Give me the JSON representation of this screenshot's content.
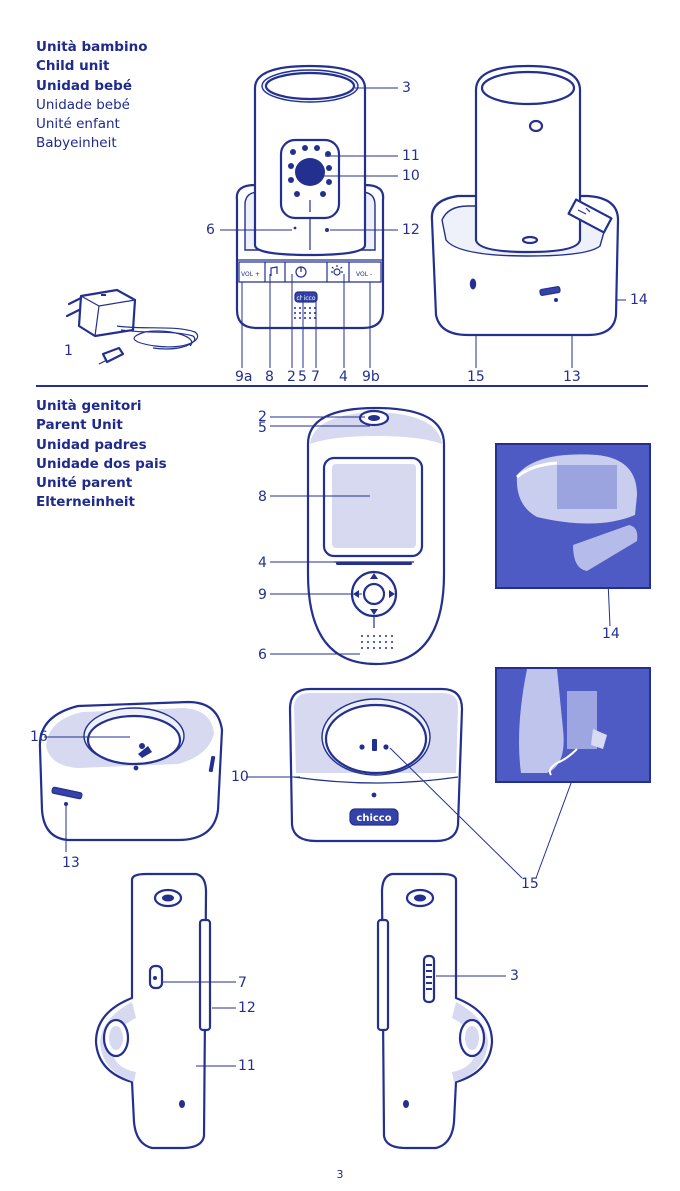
{
  "child_section": {
    "titles_bold": [
      "Unità bambino",
      "Child unit",
      "Unidad bebé"
    ],
    "titles_regular": [
      "Unidade bebé",
      "Unité enfant",
      "Babyeinheit"
    ],
    "callouts": {
      "c3": "3",
      "c11": "11",
      "c10": "10",
      "c6": "6",
      "c12": "12",
      "c1": "1",
      "c14": "14",
      "c13": "13",
      "c15": "15",
      "b9a": "9a",
      "b8": "8",
      "b2": "2",
      "b5": "5",
      "b7": "7",
      "b4": "4",
      "b9b": "9b"
    },
    "panel_labels": {
      "vol_plus": "VOL +",
      "vol_minus": "VOL -"
    },
    "brand": "chicco"
  },
  "parent_section": {
    "titles_bold": [
      "Unità genitori",
      "Parent Unit",
      "Unidad padres",
      "Unidade dos pais",
      "Unité parent",
      "Elterneinheit"
    ],
    "callouts": {
      "c2": "2",
      "c5": "5",
      "c8": "8",
      "c4": "4",
      "c9": "9",
      "c6": "6",
      "c14": "14",
      "c16": "16",
      "c10": "10",
      "c13": "13",
      "c15": "15",
      "c7": "7",
      "c12": "12",
      "c11": "11",
      "c3": "3"
    },
    "brand": "chicco"
  },
  "icons": [
    "plug-adapter-icon",
    "power-icon",
    "music-note-icon",
    "night-light-icon",
    "navigation-pad-icon"
  ],
  "colors": {
    "ink": "#23308f",
    "photo_bg": "#4f5bc4",
    "shade": "#d6d9f0"
  },
  "page_number": "3"
}
